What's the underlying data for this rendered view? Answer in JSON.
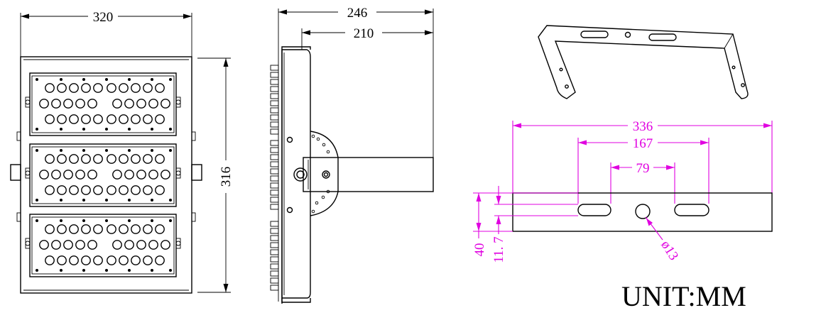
{
  "front_view": {
    "width_dim": "320",
    "height_dim": "316",
    "modules": 3
  },
  "side_view": {
    "overall_depth_dim": "246",
    "bracket_depth_dim": "210"
  },
  "bracket_detail": {
    "length_dim": "336",
    "slot_span_dim": "167",
    "slot_gap_dim": "79",
    "height_dim": "40",
    "offset_dim": "11. 7",
    "hole_dim": "ø13"
  },
  "unit_label": "UNIT:MM",
  "colors": {
    "line": "#000000",
    "dimension_accent": "#e000e0",
    "background": "#ffffff"
  }
}
